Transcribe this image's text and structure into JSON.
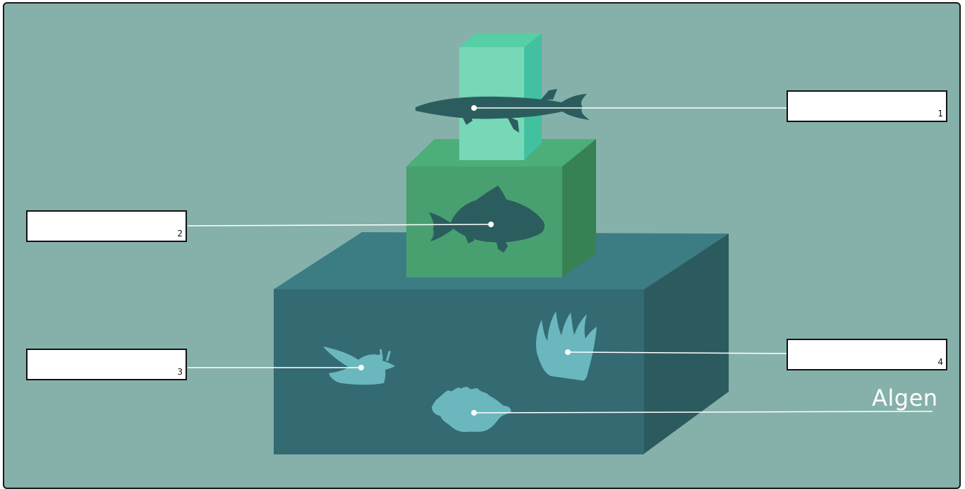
{
  "diagram": {
    "levels": [
      {
        "id": "1",
        "number": "1",
        "organism": "pike",
        "answer": ""
      },
      {
        "id": "2",
        "number": "2",
        "organism": "carp",
        "answer": ""
      },
      {
        "id": "3",
        "number": "3",
        "organism": "snail",
        "answer": ""
      },
      {
        "id": "4",
        "number": "4",
        "organism": "sea-anemone",
        "answer": ""
      }
    ],
    "base_label": "Algen"
  },
  "colors": {
    "background": "#86b1ab",
    "top_block_front": "#76d8b6",
    "top_block_side": "#42c0a0",
    "top_block_top": "#56cfa6",
    "middle_block_front": "#48a071",
    "middle_block_side": "#378255",
    "middle_block_top": "#4cae78",
    "bottom_block_front": "#346a72",
    "bottom_block_side": "#2c5b5f",
    "bottom_block_top": "#3c7d84",
    "fish_silhouette": "#2b5d5e",
    "invertebrate_silhouette": "#6ab8be",
    "line": "#ffffff"
  }
}
